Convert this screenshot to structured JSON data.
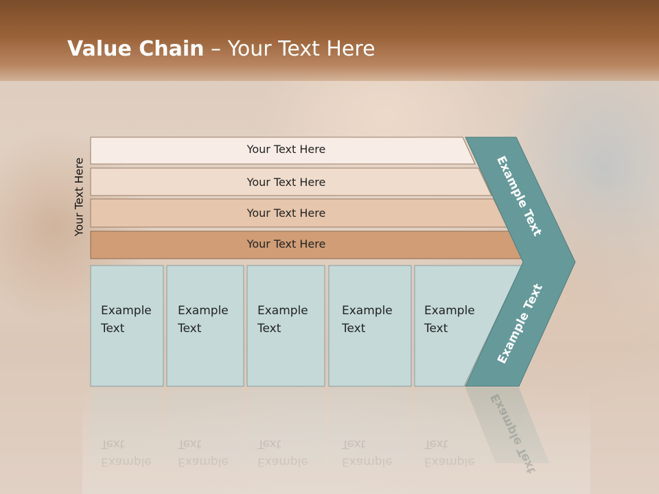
{
  "slide": {
    "title_bold": "Value Chain",
    "title_rest": " – Your Text Here",
    "side_label": "Your Text Here",
    "bars": [
      {
        "label": "Your Text Here",
        "color": "#f7ede6"
      },
      {
        "label": "Your Text Here",
        "color": "#efdccc"
      },
      {
        "label": "Your Text Here",
        "color": "#e6c6ac"
      },
      {
        "label": "Your Text Here",
        "color": "#d09d76"
      }
    ],
    "cells": [
      {
        "line1": "Example",
        "line2": "Text"
      },
      {
        "line1": "Example",
        "line2": "Text"
      },
      {
        "line1": "Example",
        "line2": "Text"
      },
      {
        "line1": "Example",
        "line2": "Text"
      },
      {
        "line1": "Example",
        "line2": "Text"
      }
    ],
    "arrow_upper": "Example Text",
    "arrow_lower": "Example Text",
    "colors": {
      "header": "#9a6238",
      "cell": "#c4d9d8",
      "arrow": "#66999a"
    }
  }
}
